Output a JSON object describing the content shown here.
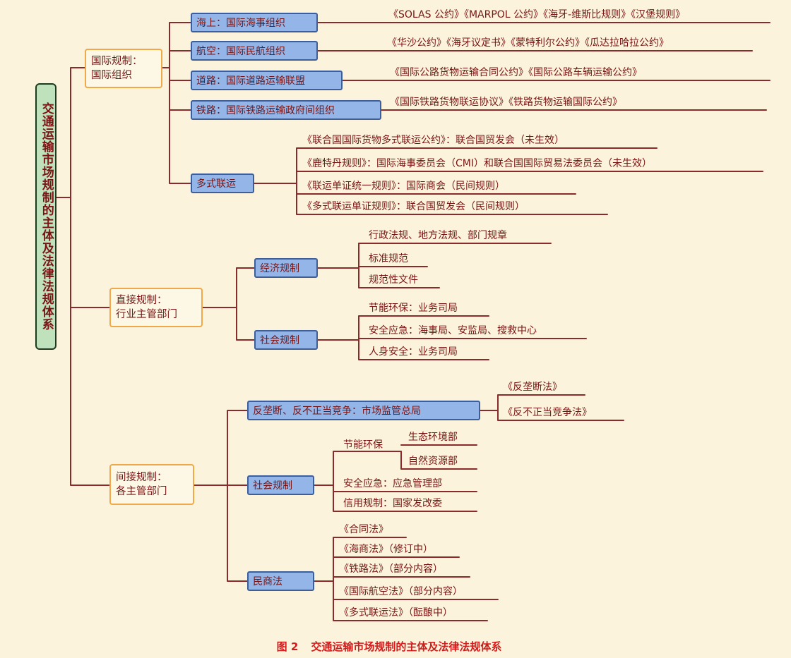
{
  "root": "交通运输市场规制的主体及法律法规体系",
  "intl": {
    "label": [
      "国际规制：",
      "国际组织"
    ],
    "sea": {
      "org": "海上：国际海事组织",
      "laws": "《SOLAS 公约》《MARPOL 公约》《海牙-维斯比规则》《汉堡规则》"
    },
    "air": {
      "org": "航空：国际民航组织",
      "laws": "《华沙公约》《海牙议定书》《蒙特利尔公约》《瓜达拉哈拉公约》"
    },
    "road": {
      "org": "道路：国际道路运输联盟",
      "laws": "《国际公路货物运输合同公约》《国际公路车辆运输公约》"
    },
    "rail": {
      "org": "铁路：国际铁路运输政府间组织",
      "laws": "《国际铁路货物联运协议》《铁路货物运输国际公约》"
    },
    "multimodal": {
      "org": "多式联运",
      "laws": [
        "《联合国国际货物多式联运公约》：联合国贸发会（未生效）",
        "《鹿特丹规则》：国际海事委员会（CMI）和联合国国际贸易法委员会（未生效）",
        "《联运单证统一规则》：国际商会（民间规则）",
        "《多式联运单证规则》：联合国贸发会（民间规则）"
      ]
    }
  },
  "direct": {
    "label": [
      "直接规制：",
      "行业主管部门"
    ],
    "economic": {
      "label": "经济规制",
      "items": [
        "行政法规、地方法规、部门规章",
        "标准规范",
        "规范性文件"
      ]
    },
    "social": {
      "label": "社会规制",
      "items": [
        "节能环保：业务司局",
        "安全应急：海事局、安监局、搜救中心",
        "人身安全：业务司局"
      ]
    }
  },
  "indirect": {
    "label": [
      "间接规制：",
      "各主管部门"
    ],
    "antitrust": {
      "label": "反垄断、反不正当竞争：市场监管总局",
      "items": [
        "《反垄断法》",
        "《反不正当竞争法》"
      ]
    },
    "social": {
      "label": "社会规制",
      "energy": {
        "label": "节能环保",
        "items": [
          "生态环境部",
          "自然资源部"
        ]
      },
      "items": [
        "安全应急：应急管理部",
        "信用规制：国家发改委"
      ]
    },
    "civil": {
      "label": "民商法",
      "items": [
        "《合同法》",
        "《海商法》（修订中）",
        "《铁路法》（部分内容）",
        "《国际航空法》（部分内容）",
        "《多式联运法》（酝酿中）"
      ]
    }
  },
  "caption": {
    "num": "图 2",
    "title": "交通运输市场规制的主体及法律法规体系"
  }
}
